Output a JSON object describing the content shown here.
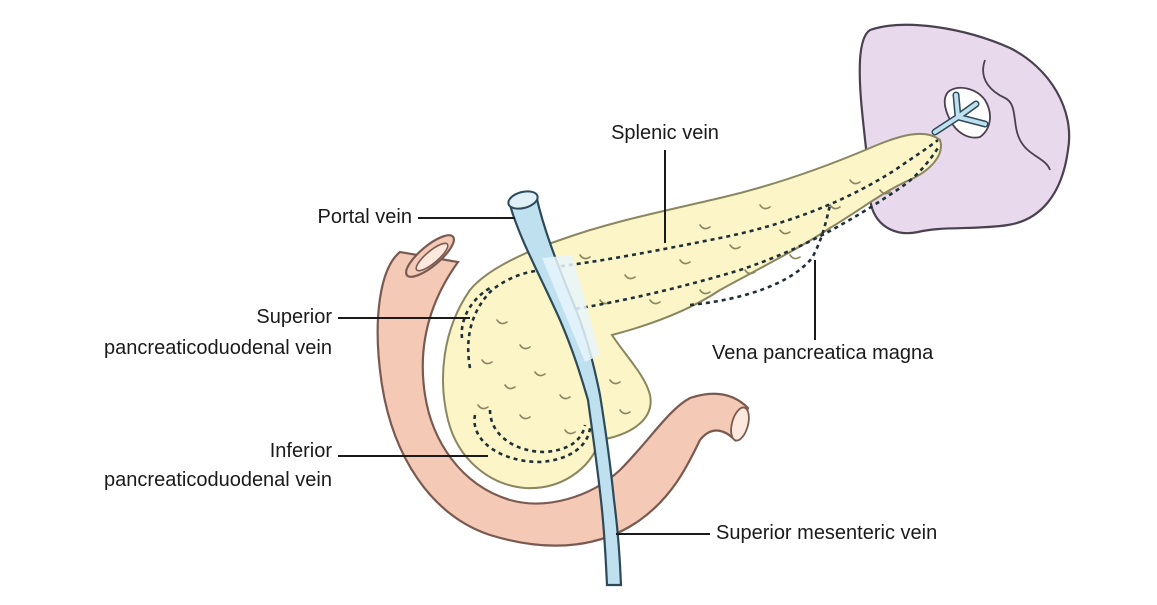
{
  "labels": {
    "splenic": "Splenic vein",
    "portal": "Portal vein",
    "superior_line1": "Superior",
    "superior_line2": "pancreaticoduodenal vein",
    "inferior_line1": "Inferior",
    "inferior_line2": "pancreaticoduodenal vein",
    "vena_magna": "Vena pancreatica magna",
    "smv": "Superior mesenteric vein"
  },
  "colors": {
    "pancreas_fill": "#fbf5c8",
    "pancreas_stroke": "#8a8660",
    "duodenum_fill": "#f4c9b6",
    "duodenum_stroke": "#7a5a50",
    "spleen_fill": "#e8d9ec",
    "spleen_stroke": "#4a4050",
    "vein_fill": "#bfe0ee",
    "vein_stroke": "#2d4a5a",
    "leader": "#1a1a1a"
  }
}
